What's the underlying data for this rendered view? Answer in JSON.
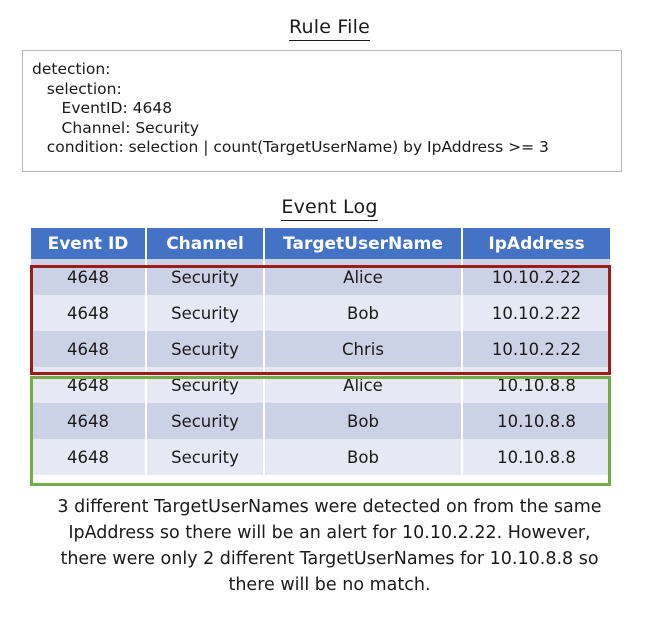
{
  "rule_section": {
    "title": "Rule File",
    "lines": [
      "detection:",
      "   selection:",
      "      EventID: 4648",
      "      Channel: Security",
      "   condition: selection | count(TargetUserName) by IpAddress >= 3"
    ]
  },
  "log_section": {
    "title": "Event Log",
    "columns": [
      "Event ID",
      "Channel",
      "TargetUserName",
      "IpAddress"
    ],
    "rows": [
      {
        "event_id": "4648",
        "channel": "Security",
        "target_user_name": "Alice",
        "ip_address": "10.10.2.22"
      },
      {
        "event_id": "4648",
        "channel": "Security",
        "target_user_name": "Bob",
        "ip_address": "10.10.2.22"
      },
      {
        "event_id": "4648",
        "channel": "Security",
        "target_user_name": "Chris",
        "ip_address": "10.10.2.22"
      },
      {
        "event_id": "4648",
        "channel": "Security",
        "target_user_name": "Alice",
        "ip_address": "10.10.8.8"
      },
      {
        "event_id": "4648",
        "channel": "Security",
        "target_user_name": "Bob",
        "ip_address": "10.10.8.8"
      },
      {
        "event_id": "4648",
        "channel": "Security",
        "target_user_name": "Bob",
        "ip_address": "10.10.8.8"
      }
    ]
  },
  "highlights": {
    "match_group": {
      "color": "#9e1b1b",
      "rows": [
        0,
        1,
        2
      ],
      "ip_address": "10.10.2.22",
      "distinct_users": 3
    },
    "nomatch_group": {
      "color": "#70ad47",
      "rows": [
        3,
        4,
        5
      ],
      "ip_address": "10.10.8.8",
      "distinct_users": 2
    }
  },
  "caption": {
    "text": "3 different TargetUserNames were detected on from the same IpAddress so there will be an alert for 10.10.2.22. However, there were only 2 different TargetUserNames for 10.10.8.8 so there will be no match."
  },
  "colors": {
    "header_blue": "#4472c4",
    "row_dark": "#ccd2e6",
    "row_light": "#e6e9f4",
    "red_highlight": "#9e1b1b",
    "green_highlight": "#70ad47",
    "box_border": "#b6b6b6"
  }
}
